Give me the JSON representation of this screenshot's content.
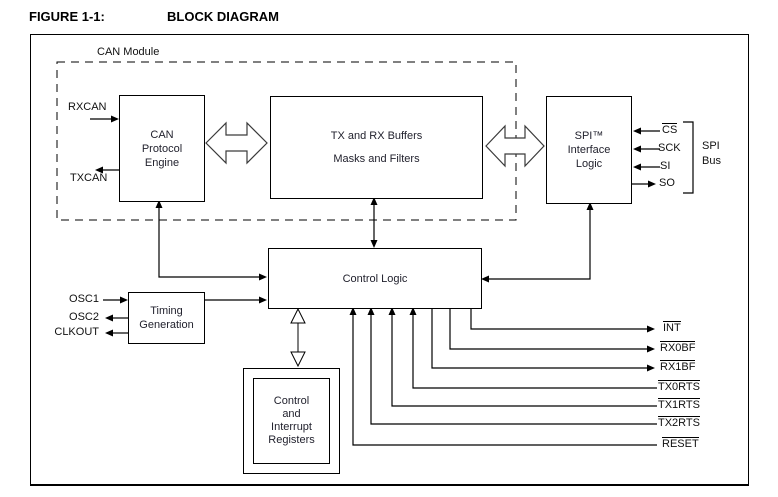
{
  "title": {
    "figure": "FIGURE 1-1:",
    "name": "BLOCK DIAGRAM"
  },
  "module_label": "CAN Module",
  "blocks": {
    "can_protocol_engine": {
      "lines": [
        "CAN",
        "Protocol",
        "Engine"
      ]
    },
    "buffers": {
      "line1": "TX and RX Buffers",
      "line2": "Masks and Filters"
    },
    "spi_interface": {
      "lines": [
        "SPI™",
        "Interface",
        "Logic"
      ]
    },
    "control_logic": {
      "label": "Control Logic"
    },
    "timing_generation": {
      "lines": [
        "Timing",
        "Generation"
      ]
    },
    "registers": {
      "lines": [
        "Control",
        "and",
        "Interrupt",
        "Registers"
      ]
    }
  },
  "signals": {
    "can_pins": [
      {
        "label": "RXCAN",
        "direction": "in"
      },
      {
        "label": "TXCAN",
        "direction": "out"
      }
    ],
    "osc_pins": [
      {
        "label": "OSC1",
        "direction": "in"
      },
      {
        "label": "OSC2",
        "direction": "out"
      },
      {
        "label": "CLKOUT",
        "direction": "out"
      }
    ],
    "spi_bus": {
      "group_label_line1": "SPI",
      "group_label_line2": "Bus",
      "pins": [
        {
          "label": "CS",
          "overline": true,
          "direction": "in"
        },
        {
          "label": "SCK",
          "overline": false,
          "direction": "in"
        },
        {
          "label": "SI",
          "overline": false,
          "direction": "in"
        },
        {
          "label": "SO",
          "overline": false,
          "direction": "out"
        }
      ]
    },
    "right_pins": [
      {
        "label": "INT",
        "overline": true,
        "direction": "out"
      },
      {
        "label": "RX0BF",
        "overline": true,
        "direction": "out"
      },
      {
        "label": "RX1BF",
        "overline": true,
        "direction": "out"
      },
      {
        "label": "TX0RTS",
        "overline": true,
        "direction": "in"
      },
      {
        "label": "TX1RTS",
        "overline": true,
        "direction": "in"
      },
      {
        "label": "TX2RTS",
        "overline": true,
        "direction": "in"
      },
      {
        "label": "RESET",
        "overline": true,
        "direction": "in"
      }
    ]
  },
  "colors": {
    "line": "#000000",
    "text": "#1f1f1f",
    "background": "#ffffff"
  }
}
